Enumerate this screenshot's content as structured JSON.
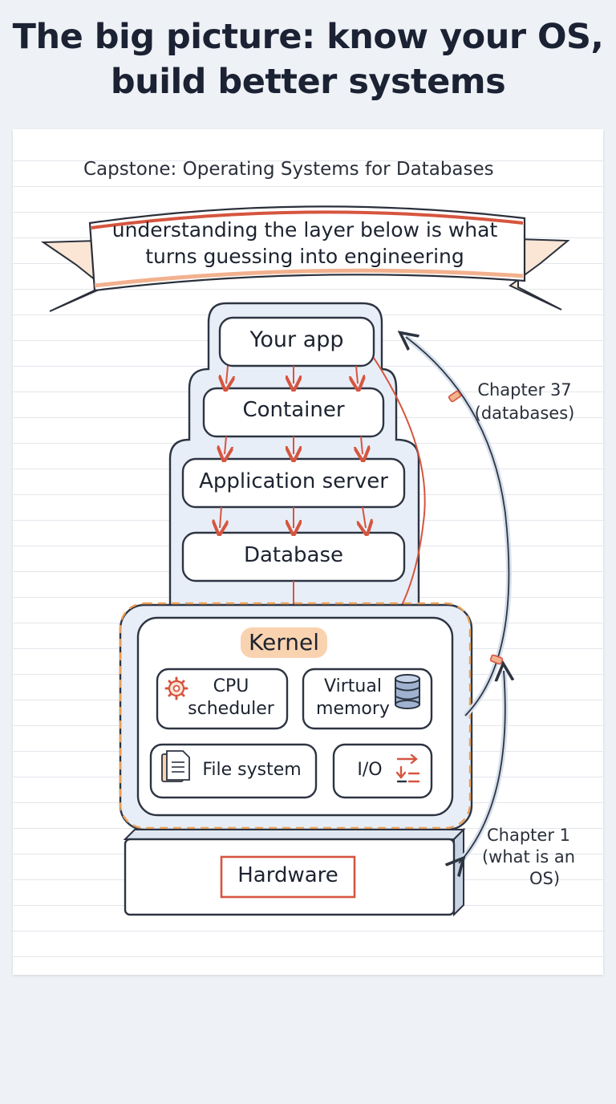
{
  "headline": "The big picture: know your OS, build better systems",
  "capstone_title": "Capstone: Operating Systems for Databases",
  "banner": {
    "line1": "understanding the layer below is what",
    "line2": "turns guessing into engineering"
  },
  "stack": {
    "app": "Your app",
    "container": "Container",
    "app_server": "Application server",
    "database": "Database",
    "kernel": "Kernel",
    "kernel_modules": {
      "cpu_line1": "CPU",
      "cpu_line2": "scheduler",
      "vm_line1": "Virtual",
      "vm_line2": "memory",
      "fs": "File system",
      "io": "I/O"
    },
    "hardware": "Hardware"
  },
  "annotations": {
    "ch37_line1": "Chapter 37",
    "ch37_line2": "(databases)",
    "ch1_line1": "Chapter 1",
    "ch1_line2": "(what is an",
    "ch1_line3": "OS)"
  },
  "colors": {
    "accent_red": "#d6553f",
    "kernel_highlight": "#f9d3b0",
    "dashed_orange": "#e8a05a",
    "layer_fill": "#e8eef7",
    "ink": "#1d2330"
  },
  "icons": [
    "gear-icon",
    "database-icon",
    "document-icon",
    "io-arrows-icon",
    "double-arrow-icon"
  ]
}
